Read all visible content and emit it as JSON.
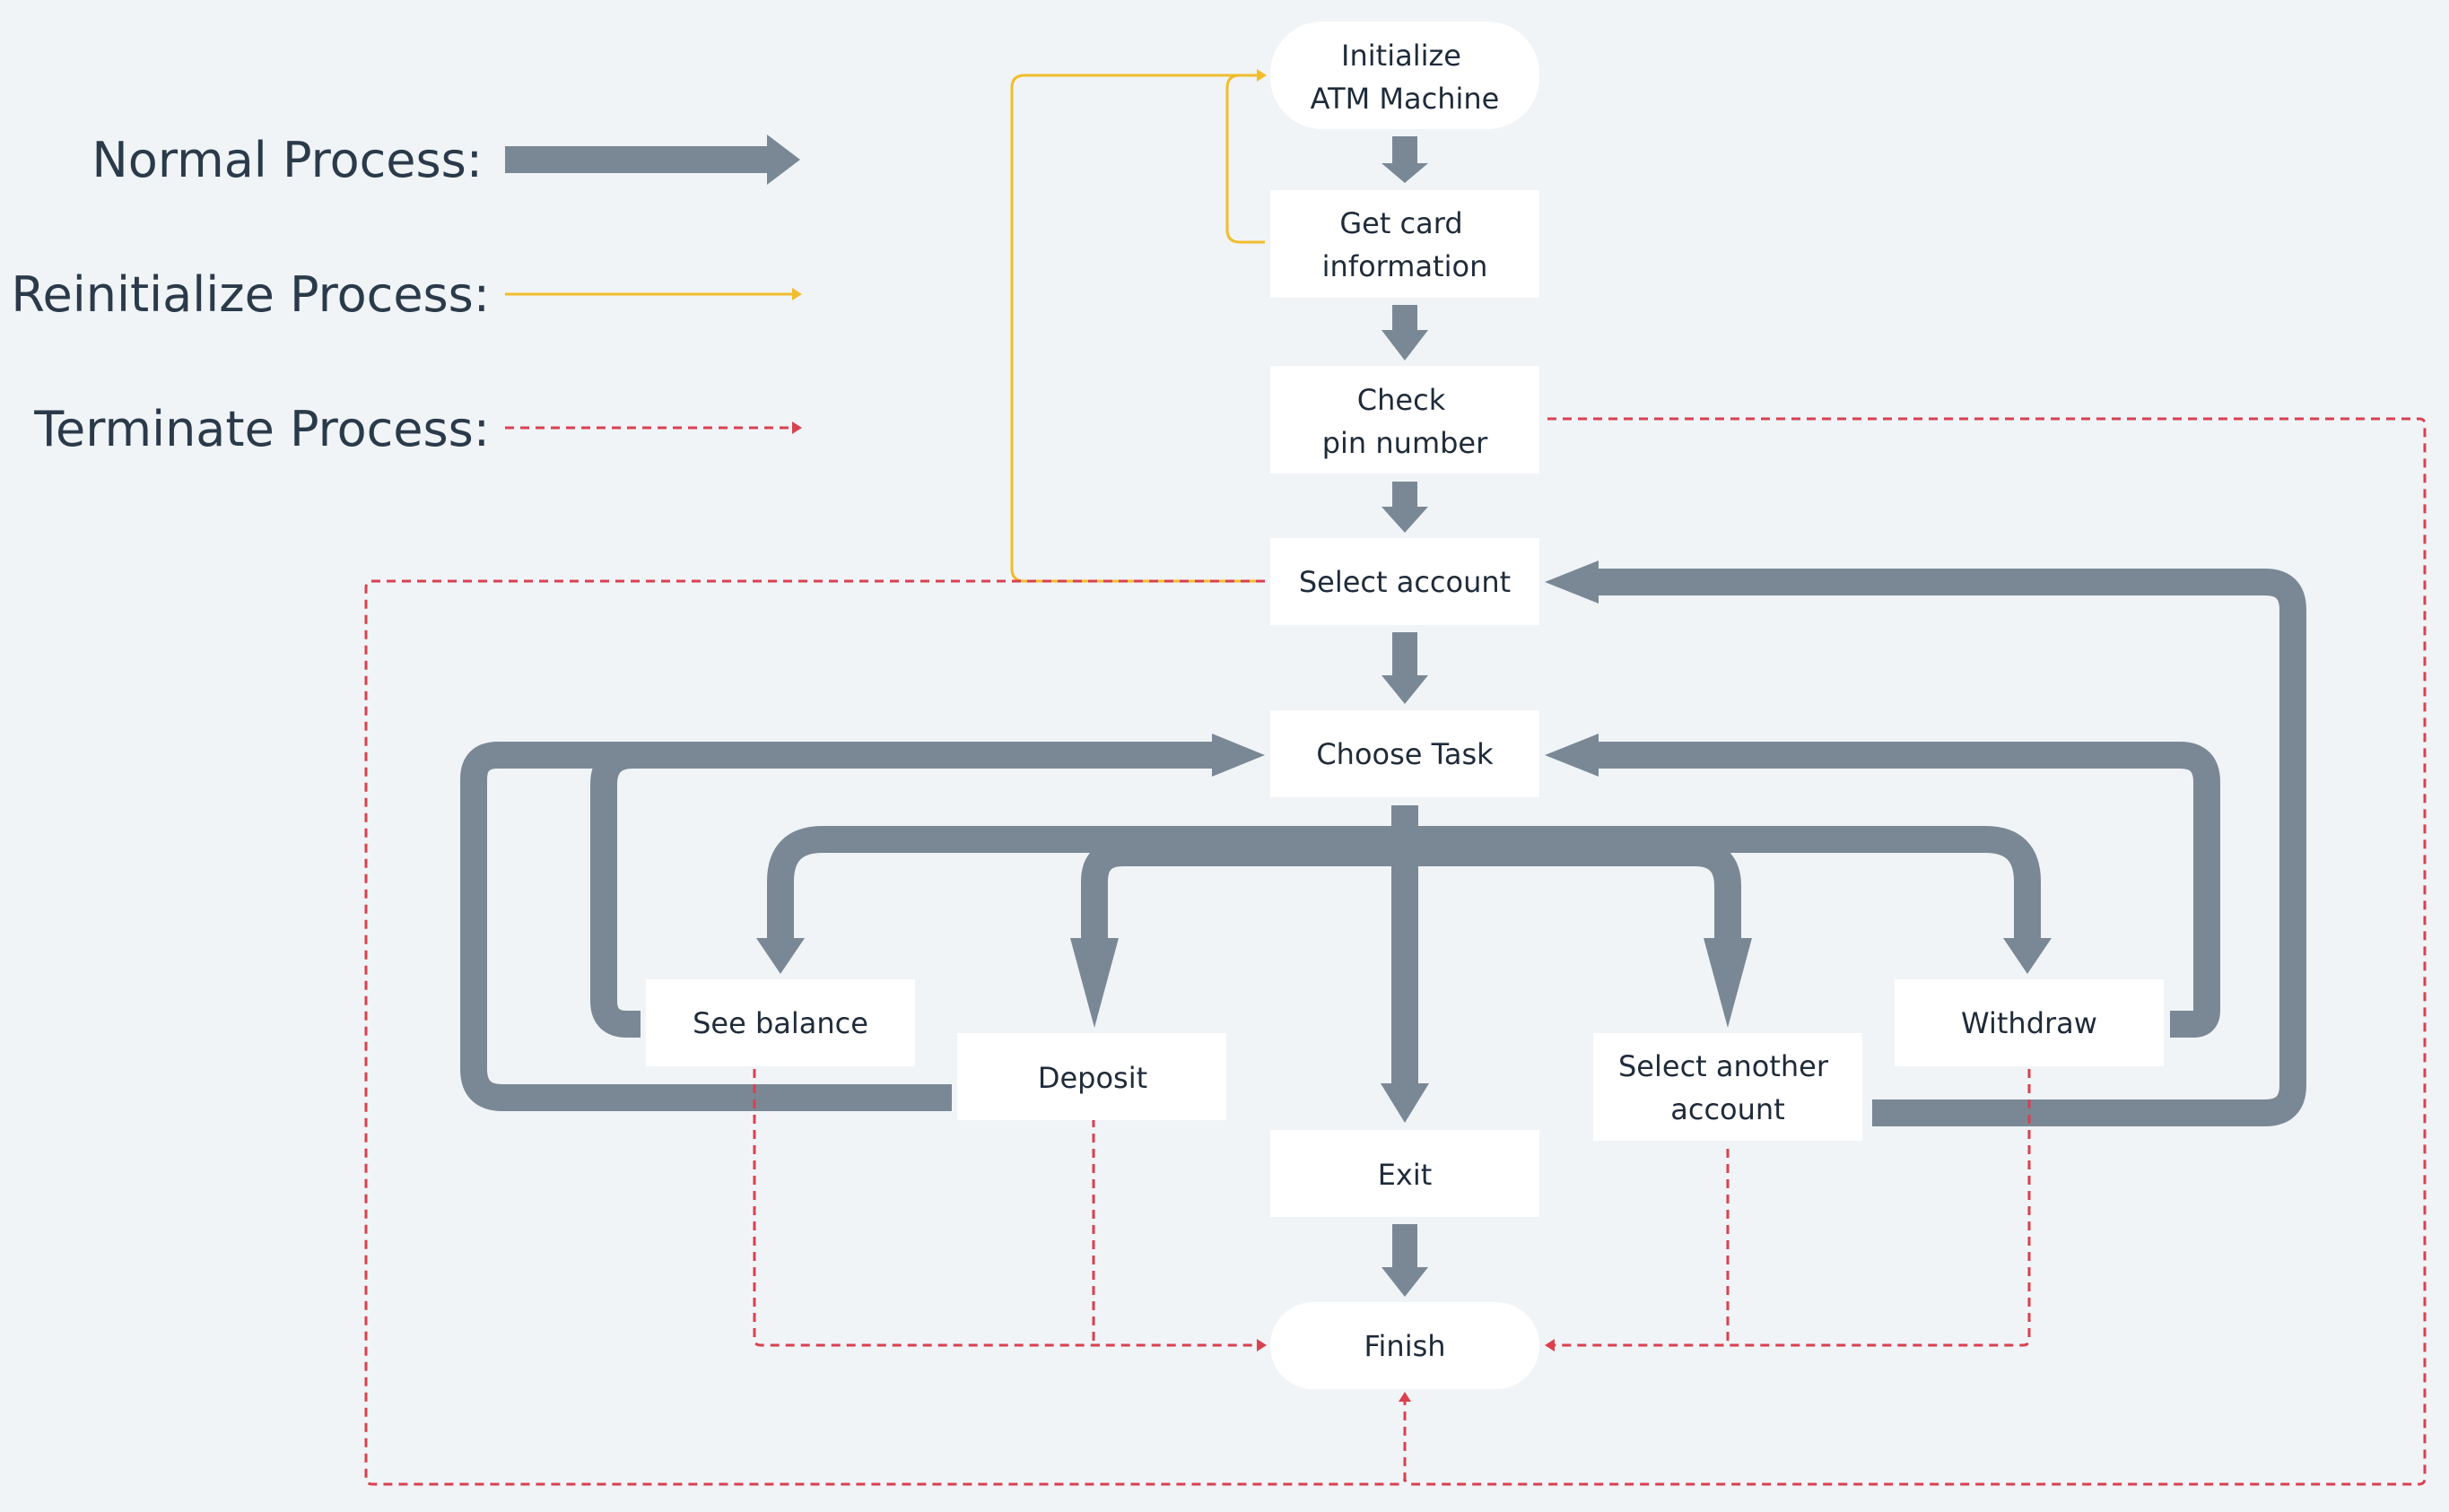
{
  "colors": {
    "background": "#f0f4f7",
    "node_fill": "#ffffff",
    "text": "#1f2b3a",
    "normal": "#7a8896",
    "reinitialize": "#f2bd2c",
    "terminate": "#d9414f"
  },
  "legend": {
    "normal": "Normal Process:",
    "reinitialize": "Reinitialize Process:",
    "terminate": "Terminate Process:"
  },
  "nodes": {
    "init": {
      "lines": [
        "Initialize",
        "ATM Machine"
      ]
    },
    "card": {
      "lines": [
        "Get card",
        "information"
      ]
    },
    "pin": {
      "lines": [
        "Check",
        "pin number"
      ]
    },
    "account": {
      "lines": [
        "Select account"
      ]
    },
    "task": {
      "lines": [
        "Choose Task"
      ]
    },
    "balance": {
      "lines": [
        "See balance"
      ]
    },
    "deposit": {
      "lines": [
        "Deposit"
      ]
    },
    "exit": {
      "lines": [
        "Exit"
      ]
    },
    "another": {
      "lines": [
        "Select another",
        "account"
      ]
    },
    "withdraw": {
      "lines": [
        "Withdraw"
      ]
    },
    "finish": {
      "lines": [
        "Finish"
      ]
    }
  }
}
